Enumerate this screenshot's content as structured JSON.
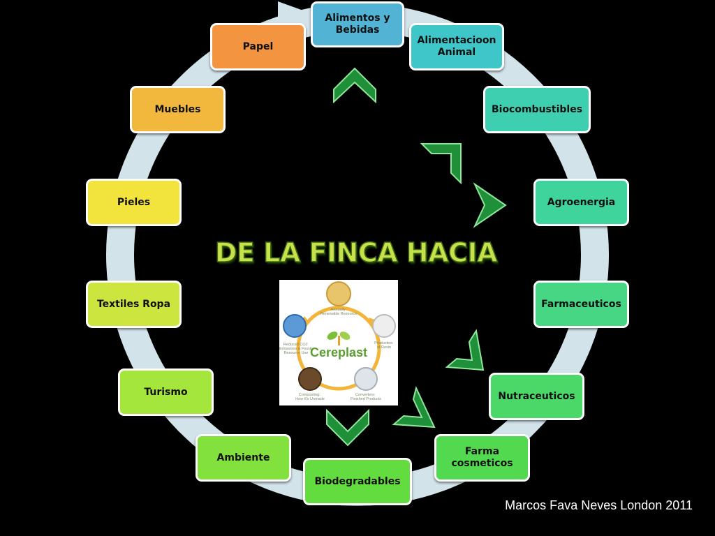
{
  "title": "DE LA FINCA HACIA",
  "footer": "Marcos Fava Neves London 2011",
  "nodes": [
    {
      "label": "Alimentos y\nBebidas",
      "color": "#53b3d4"
    },
    {
      "label": "Alimentacioon\nAnimal",
      "color": "#3fc6c8"
    },
    {
      "label": "Biocombustibles",
      "color": "#3ecfb0"
    },
    {
      "label": "Agroenergia",
      "color": "#3fd49c"
    },
    {
      "label": "Farmaceuticos",
      "color": "#47d683"
    },
    {
      "label": "Nutraceuticos",
      "color": "#4cd868"
    },
    {
      "label": "Farma\ncosmeticos",
      "color": "#52d94f"
    },
    {
      "label": "Biodegradables",
      "color": "#62dc3e"
    },
    {
      "label": "Ambiente",
      "color": "#83e13d"
    },
    {
      "label": "Turismo",
      "color": "#a5e63c"
    },
    {
      "label": "Textiles Ropa",
      "color": "#cde53f"
    },
    {
      "label": "Pieles",
      "color": "#f3e33d"
    },
    {
      "label": "Muebles",
      "color": "#f2b83d"
    },
    {
      "label": "Papel",
      "color": "#f29440"
    }
  ],
  "logo": {
    "brand": "Cereplast",
    "stages": [
      "Annually\nRenewable Resource",
      "Production\nof Resin",
      "Converters:\nFinished Products",
      "Composting:\nHow It's Unmade",
      "Reduced CO2\nEmissions & Fossil\nResource Use"
    ],
    "brand_color": "#5a9e2e",
    "arrow_color": "#f2b53a"
  },
  "colors": {
    "ring": "#d2e3ea",
    "chevron": "#1f8f3a",
    "chevron_light": "#7fe08a"
  }
}
